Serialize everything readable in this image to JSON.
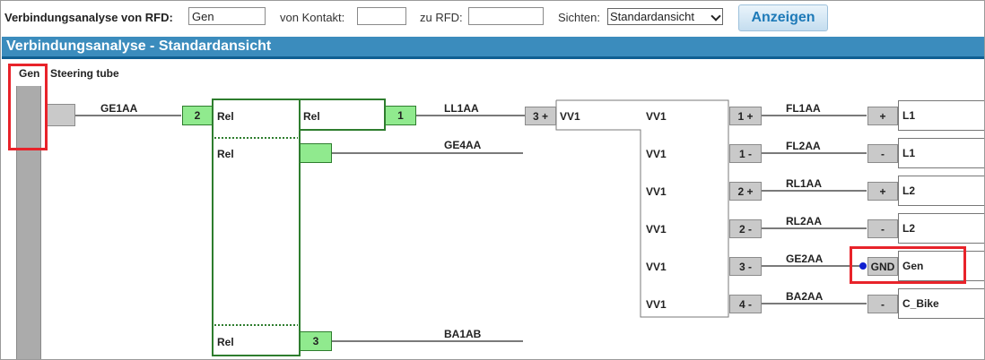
{
  "toolbar": {
    "rfd_label": "Verbindungsanalyse von RFD:",
    "rfd_value": "Gen",
    "contact_label": "von Kontakt:",
    "contact_value": "",
    "to_rfd_label": "zu RFD:",
    "to_rfd_value": "",
    "view_label": "Sichten:",
    "view_selected": "Standardansicht",
    "show_button": "Anzeigen"
  },
  "header": {
    "title": "Verbindungsanalyse - Standardansicht"
  },
  "source": {
    "name": "Gen",
    "desc": "Steering tube"
  },
  "wires": {
    "ge1aa": "GE1AA",
    "ll1aa": "LL1AA",
    "ge4aa": "GE4AA",
    "ba1ab": "BA1AB",
    "fl1aa": "FL1AA",
    "fl2aa": "FL2AA",
    "rl1aa": "RL1AA",
    "rl2aa": "RL2AA",
    "ge2aa": "GE2AA",
    "ba2aa": "BA2AA"
  },
  "relay": {
    "pin_2": "2",
    "pin_1": "1",
    "pin_3": "3",
    "rel_1": "Rel",
    "rel_2": "Rel",
    "rel_3": "Rel",
    "rel_4": "Rel"
  },
  "connector": {
    "in_pin": "3 +",
    "labels": [
      "VV1",
      "VV1",
      "VV1",
      "VV1",
      "VV1",
      "VV1",
      "VV1"
    ],
    "pins": [
      "1 +",
      "1 -",
      "2 +",
      "2 -",
      "3 -",
      "4 -"
    ]
  },
  "targets": [
    {
      "pin": "+",
      "label": "L1"
    },
    {
      "pin": "-",
      "label": "L1"
    },
    {
      "pin": "+",
      "label": "L2"
    },
    {
      "pin": "-",
      "label": "L2"
    },
    {
      "pin": "GND",
      "label": "Gen"
    },
    {
      "pin": "-",
      "label": "C_Bike"
    }
  ],
  "colors": {
    "header": "#3b8cbd",
    "relay_green": "#90ea8e",
    "highlight": "#e8232a",
    "ground_dot": "#1020d0"
  }
}
